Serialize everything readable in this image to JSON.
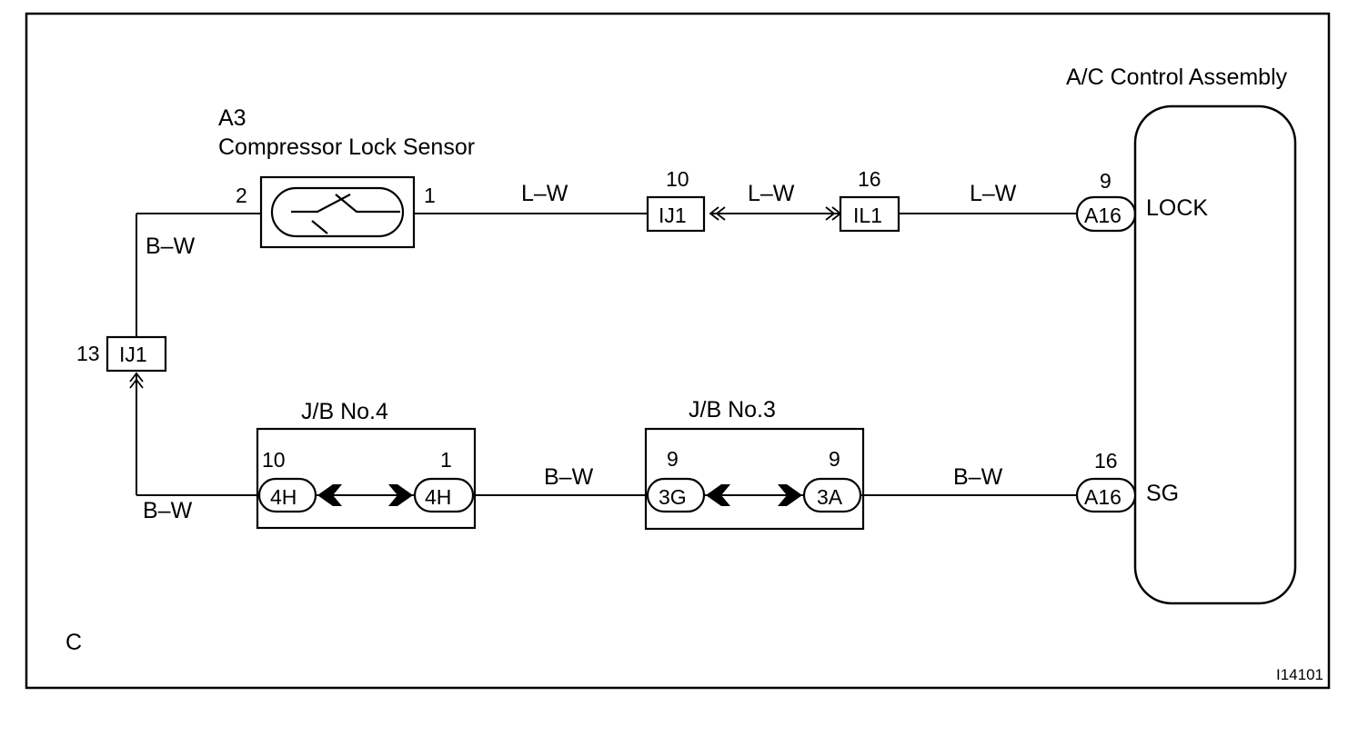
{
  "diagram": {
    "assembly_title": "A/C Control Assembly",
    "sensor_code": "A3",
    "sensor_name": "Compressor Lock Sensor",
    "sensor_pin_left": "2",
    "sensor_pin_right": "1",
    "wire_lw_1": "L–W",
    "wire_lw_2": "L–W",
    "wire_lw_3": "L–W",
    "wire_bw_left_top": "B–W",
    "wire_bw_left_bottom": "B–W",
    "wire_bw_mid": "B–W",
    "wire_bw_right": "B–W",
    "ij1_top_pin": "10",
    "ij1_top_label": "IJ1",
    "il1_pin": "16",
    "il1_label": "IL1",
    "a16_lock_pin": "9",
    "a16_lock_label": "A16",
    "lock_terminal": "LOCK",
    "ij1_left_pin": "13",
    "ij1_left_label": "IJ1",
    "jb4_title": "J/B No.4",
    "jb4_left_pin": "10",
    "jb4_left_label": "4H",
    "jb4_right_pin": "1",
    "jb4_right_label": "4H",
    "jb3_title": "J/B No.3",
    "jb3_left_pin": "9",
    "jb3_left_label": "3G",
    "jb3_right_pin": "9",
    "jb3_right_label": "3A",
    "a16_sg_pin": "16",
    "a16_sg_label": "A16",
    "sg_terminal": "SG",
    "corner_letter": "C",
    "figure_id": "I14101"
  }
}
